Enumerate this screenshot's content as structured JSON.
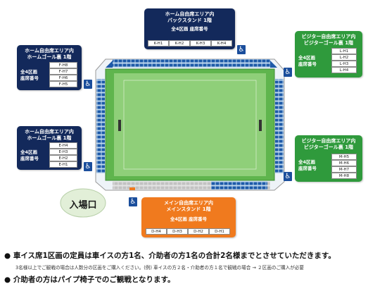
{
  "sections": {
    "back": {
      "title1": "ホーム自由席エリア内",
      "title2": "バックスタンド 1階",
      "sub": "全4区画 座席番号",
      "seats": [
        "K-H1",
        "K-H2",
        "K-H3",
        "K-H4"
      ]
    },
    "home_upper": {
      "title1": "ホーム自由席エリア内",
      "title2": "ホームゴール裏 1階",
      "sub1": "全4区画",
      "sub2": "座席番号",
      "seats": [
        "F-H8",
        "F-H7",
        "F-H6",
        "F-H5"
      ]
    },
    "home_lower": {
      "title1": "ホーム自由席エリア内",
      "title2": "ホームゴール裏 1階",
      "sub1": "全4区画",
      "sub2": "座席番号",
      "seats": [
        "E-H4",
        "E-H3",
        "E-H2",
        "E-H1"
      ]
    },
    "visitor_upper": {
      "title1": "ビジター自由席エリア内",
      "title2": "ビジターゴール裏 1階",
      "sub1": "全4区画",
      "sub2": "座席番号",
      "seats": [
        "L-H1",
        "L-H2",
        "L-H3",
        "L-H4"
      ]
    },
    "visitor_lower": {
      "title1": "ビジター自由席エリア内",
      "title2": "ビジターゴール裏 1階",
      "sub1": "全4区画",
      "sub2": "座席番号",
      "seats": [
        "M-H5",
        "M-H6",
        "M-H7",
        "M-H8"
      ]
    },
    "main": {
      "title1": "メイン自由席エリア内",
      "title2": "メインスタンド 1階",
      "sub": "全4区画 座席番号",
      "seats": [
        "D-H4",
        "D-H3",
        "D-H2",
        "D-H1"
      ]
    }
  },
  "entrance_label": "入場口",
  "wheelchair_icon": "♿",
  "notes": {
    "line1": "● 車イス席1区画の定員は車イスの方1名、介助者の方1名の合計2名様までとさせていただきます。",
    "line2": "3名様以上でご観戦の場合は人数分の区画をご購入ください。(例) 車イスの方２名・介助者の方１名で観戦の場合 → ２区画のご購入が必要",
    "line3": "● 介助者の方はパイプ椅子でのご観戦となります。"
  },
  "colors": {
    "navy": "#13295b",
    "visitor_green": "#2f9a3c",
    "main_orange": "#f07a1e",
    "wheelchair_blue": "#1b4e9c",
    "entrance_circle": "#e2efd8"
  }
}
